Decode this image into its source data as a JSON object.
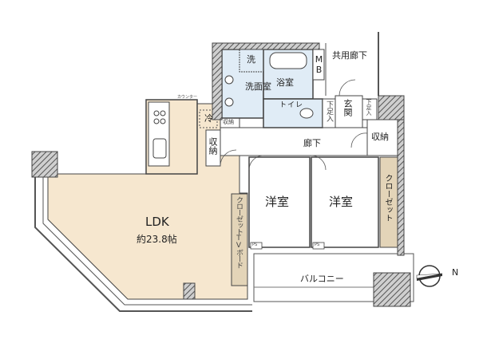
{
  "colors": {
    "ldk_floor": "#f6e7cf",
    "wet_area": "#e0ecf6",
    "closet": "#e3d4b8",
    "wall": "#4b4b4b",
    "hatch_column": "#6a6a6a",
    "line": "#555555"
  },
  "rooms": {
    "ldk_name": "LDK",
    "ldk_area": "約23.8帖",
    "western1": "洋室",
    "western2": "洋室",
    "bath": "浴室",
    "washroom": "洗面室",
    "washer": "洗",
    "toilet": "トイレ",
    "hallway": "廊下",
    "entrance": "玄関",
    "shoebox1": "下足入",
    "shoebox2": "下足入",
    "storage_hall": "収納",
    "storage_kitchen": "収納",
    "storage_right": "収納",
    "fridge": "冷",
    "closet_right": "クローゼット",
    "closet_tv": "クローゼットTVボード",
    "balcony": "バルコニー",
    "mb": "MB",
    "common_corridor": "共用廊下"
  },
  "tiny_labels": {
    "counter": "カウンター",
    "ps1": "PS",
    "ps2": "PS"
  },
  "compass": {
    "icon": "north-arrow-icon",
    "label": "N"
  }
}
